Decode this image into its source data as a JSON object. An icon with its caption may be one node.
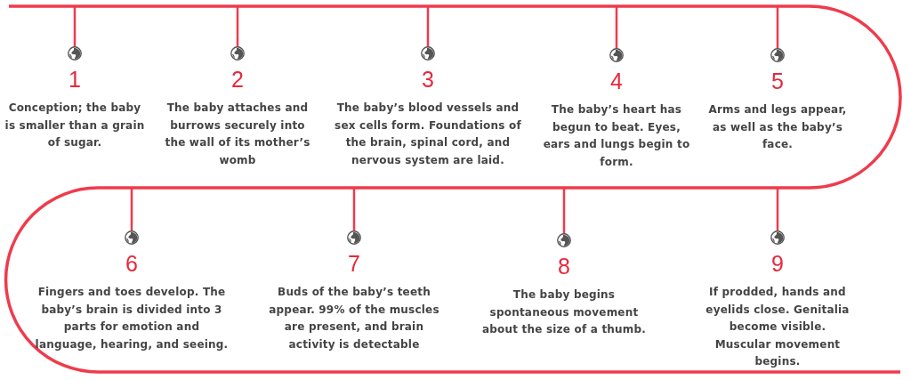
{
  "diagram": {
    "nodes": [
      {
        "text": [
          "1",
          "Conception; the baby is smaller than a grain of sugar."
        ]
      },
      {
        "text": [
          "2",
          "The baby attaches and burrows securely into the wall of its mother’s womb"
        ]
      },
      {
        "text": [
          "3",
          "The baby’s blood vessels and sex cells form. Foundations of the brain, spinal cord, and nervous system are laid."
        ]
      },
      {
        "text": [
          "4",
          "The baby’s heart has begun to beat. Eyes, ears and lungs begin to form."
        ]
      },
      {
        "text": [
          "5",
          "Arms and legs appear, as well as the baby’s face."
        ]
      },
      {
        "text": [
          "6",
          "Fingers and toes develop. The baby’s brain is divided into 3 parts for emotion and language, hearing, and seeing."
        ]
      },
      {
        "text": [
          "7",
          "Buds of the baby’s teeth appear. 99% of the muscles are present, and brain activity is detectable"
        ]
      },
      {
        "text": [
          "8",
          "The baby begins spontaneous movement about the size of a thumb."
        ]
      },
      {
        "text": [
          "9",
          "If prodded, hands and eyelids close. Genitalia become visible. Muscular movement begins."
        ]
      }
    ]
  }
}
